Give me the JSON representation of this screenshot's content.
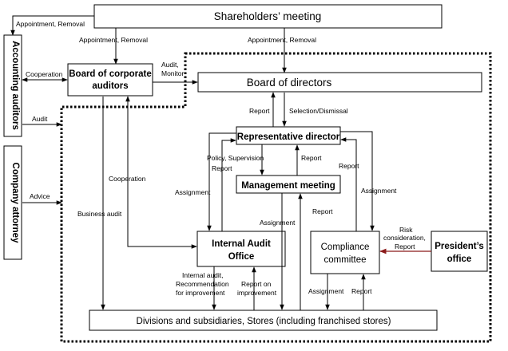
{
  "boxes": {
    "shareholders": "Shareholders’ meeting",
    "board_auditors_1": "Board of corporate",
    "board_auditors_2": "auditors",
    "board_directors": "Board of directors",
    "accounting_auditors": "Accounting auditors",
    "company_attorney": "Company attorney",
    "rep_director": "Representative director",
    "mgmt_meeting": "Management meeting",
    "internal_audit_1": "Internal Audit",
    "internal_audit_2": "Office",
    "compliance_1": "Compliance",
    "compliance_2": "committee",
    "presidents_1": "President’s",
    "presidents_2": "office",
    "divisions": "Divisions and subsidiaries, Stores (including franchised stores)"
  },
  "labels": {
    "appt_removal_top": "Appointment, Removal",
    "appt_removal_auditors": "Appointment, Removal",
    "appt_removal_directors": "Appointment, Removal",
    "cooperation_acc": "Cooperation",
    "audit_monitor_1": "Audit,",
    "audit_monitor_2": "Monitor",
    "audit": "Audit",
    "advice": "Advice",
    "report_bod": "Report",
    "selection_dismissal": "Selection/Dismissal",
    "policy_supervision": "Policy, Supervision",
    "report_mgmt": "Report",
    "report_internal": "Report",
    "report_compliance": "Report",
    "cooperation_vertical": "Cooperation",
    "assignment_left": "Assignment",
    "assignment_right": "Assignment",
    "assignment_mid": "Assignment",
    "report_mid": "Report",
    "business_audit": "Business audit",
    "risk_1": "Risk",
    "risk_2": "consideration,",
    "risk_3": "Report",
    "ia_rec_1": "Internal audit,",
    "ia_rec_2": "Recommendation",
    "ia_rec_3": "for improvement",
    "report_on_1": "Report on",
    "report_on_2": "improvement",
    "assignment_bottom": "Assignment",
    "report_bottom": "Report"
  }
}
